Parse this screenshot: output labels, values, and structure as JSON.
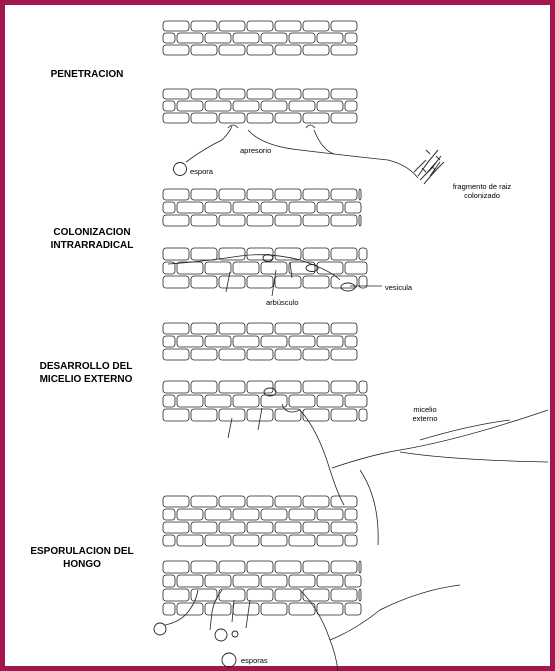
{
  "frame_color": "#a3174f",
  "stages": [
    "PENETRACION",
    "COLONIZACION INTRARRADICAL",
    "DESARROLLO DEL MICELIO EXTERNO",
    "ESPORULACION DEL HONGO"
  ],
  "labels": {
    "apresorio": "apresorio",
    "espora": "espora",
    "fragmento": "fragmento de raiz colonizado",
    "vesicula": "vesicula",
    "arbusculo": "arbúsculo",
    "micelio": "micelio externo",
    "esporas": "esporas"
  }
}
